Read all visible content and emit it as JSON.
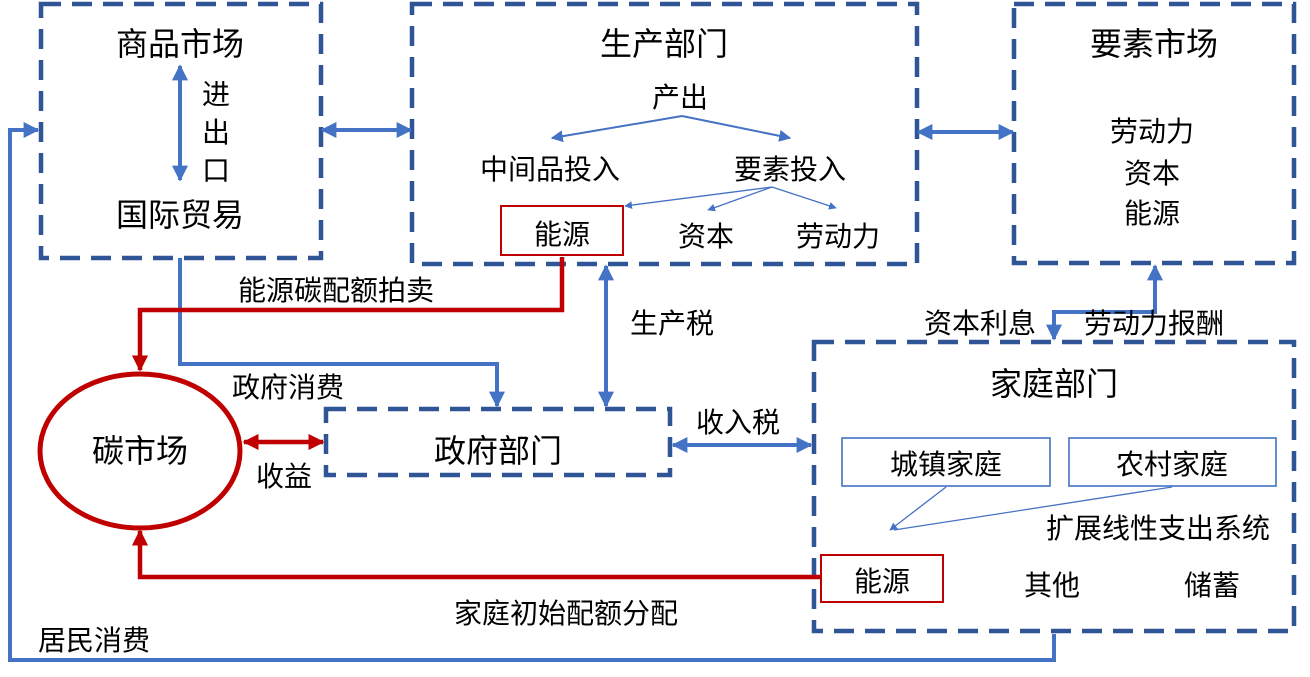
{
  "colors": {
    "blue_dark": "#2f5597",
    "blue": "#4472c4",
    "red": "#c00000"
  },
  "commodity_market": {
    "title": "商品市场",
    "trade": "国际贸易",
    "import_export": [
      "进",
      "出",
      "口"
    ]
  },
  "production": {
    "title": "生产部门",
    "output": "产出",
    "intermediate_input": "中间品投入",
    "factor_input": "要素投入",
    "energy": "能源",
    "capital": "资本",
    "labor": "劳动力"
  },
  "factor_market": {
    "title": "要素市场",
    "items": [
      "劳动力",
      "资本",
      "能源"
    ]
  },
  "carbon_market": {
    "title": "碳市场"
  },
  "government": {
    "title": "政府部门"
  },
  "household": {
    "title": "家庭部门",
    "urban": "城镇家庭",
    "rural": "农村家庭",
    "les": "扩展线性支出系统",
    "energy": "能源",
    "other": "其他",
    "savings": "储蓄"
  },
  "flows": {
    "energy_quota_auction": "能源碳配额拍卖",
    "gov_consumption": "政府消费",
    "production_tax": "生产税",
    "revenue": "收益",
    "income_tax": "收入税",
    "capital_interest": "资本利息",
    "labor_pay": "劳动力报酬",
    "household_initial_quota": "家庭初始配额分配",
    "resident_consumption": "居民消费"
  }
}
